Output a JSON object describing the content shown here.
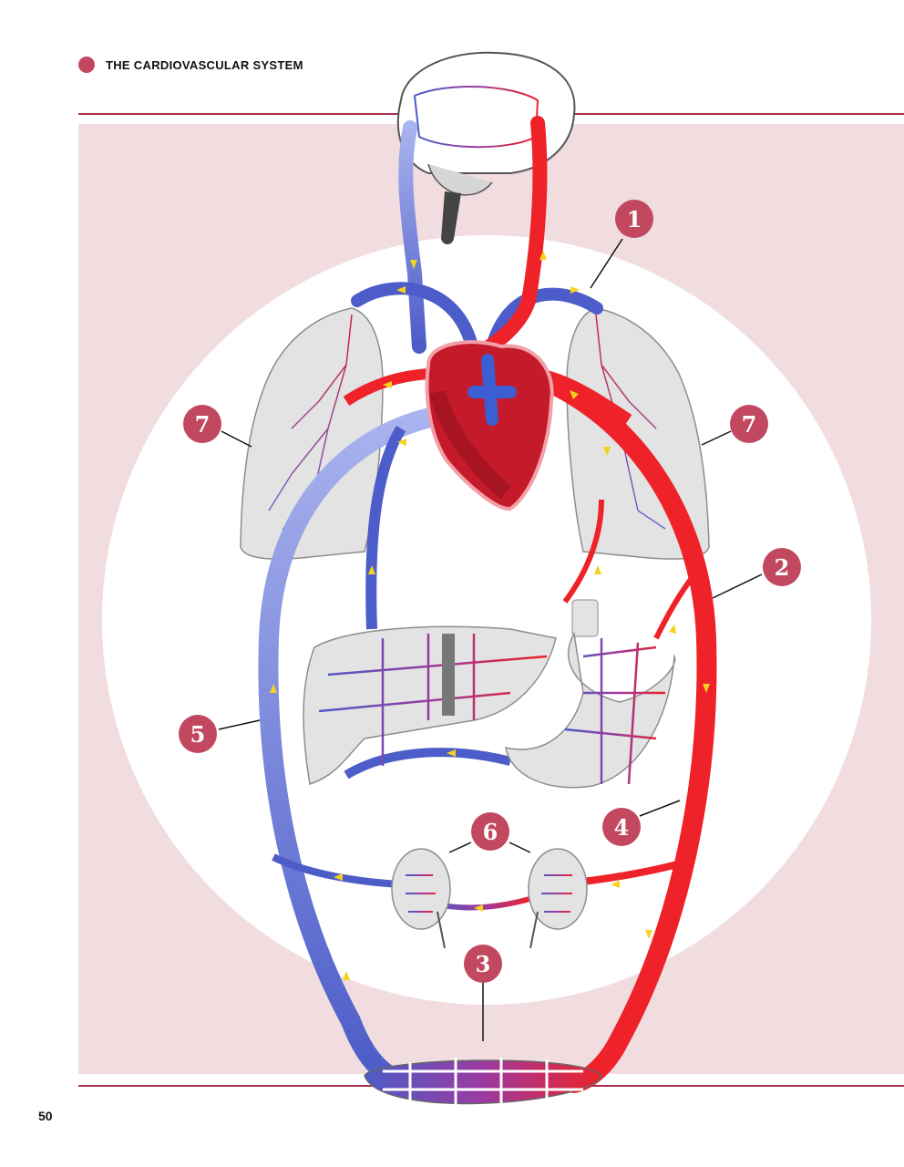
{
  "header": {
    "title": "THE CARDIOVASCULAR SYSTEM"
  },
  "page_number": "50",
  "markers": [
    {
      "id": "1",
      "label": "1"
    },
    {
      "id": "2",
      "label": "2"
    },
    {
      "id": "3",
      "label": "3"
    },
    {
      "id": "4",
      "label": "4"
    },
    {
      "id": "5",
      "label": "5"
    },
    {
      "id": "6",
      "label": "6"
    },
    {
      "id": "7a",
      "label": "7"
    },
    {
      "id": "7b",
      "label": "7"
    }
  ],
  "colors": {
    "accent": "#c24860",
    "rule": "#a8304c",
    "panel": "#f1dce0",
    "artery": "#ee2228",
    "vein": "#4c5cc8",
    "vein_light": "#a9b3ee",
    "arrow": "#f5d21e",
    "organ_fill": "#e3e3e3",
    "organ_stroke": "#8d8d8d"
  }
}
